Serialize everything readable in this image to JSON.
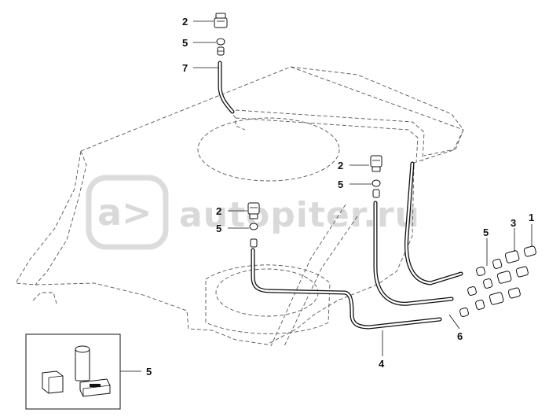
{
  "watermark": {
    "text": "autopiter.ru"
  },
  "colors": {
    "line": "#111111",
    "dashed": "#555555",
    "watermark": "#d9d9d9"
  },
  "callouts": [
    {
      "id": "c2a",
      "label": "2"
    },
    {
      "id": "c5a",
      "label": "5"
    },
    {
      "id": "c7",
      "label": "7"
    },
    {
      "id": "c2b",
      "label": "2"
    },
    {
      "id": "c5b",
      "label": "5"
    },
    {
      "id": "c2c",
      "label": "2"
    },
    {
      "id": "c5c",
      "label": "5"
    },
    {
      "id": "c5d",
      "label": "5"
    },
    {
      "id": "c3",
      "label": "3"
    },
    {
      "id": "c1",
      "label": "1"
    },
    {
      "id": "c6",
      "label": "6"
    },
    {
      "id": "c4",
      "label": "4"
    },
    {
      "id": "c5e",
      "label": "5"
    }
  ]
}
